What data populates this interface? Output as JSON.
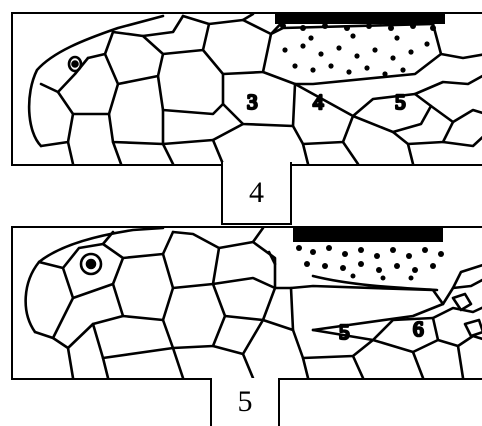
{
  "figure": {
    "panel_top": {
      "caption": "4",
      "scale_labels": [
        "3",
        "4",
        "5"
      ]
    },
    "panel_bottom": {
      "caption": "5",
      "scale_labels": [
        "5",
        "6"
      ]
    }
  },
  "colors": {
    "ink": "#000000",
    "paper": "#ffffff"
  }
}
